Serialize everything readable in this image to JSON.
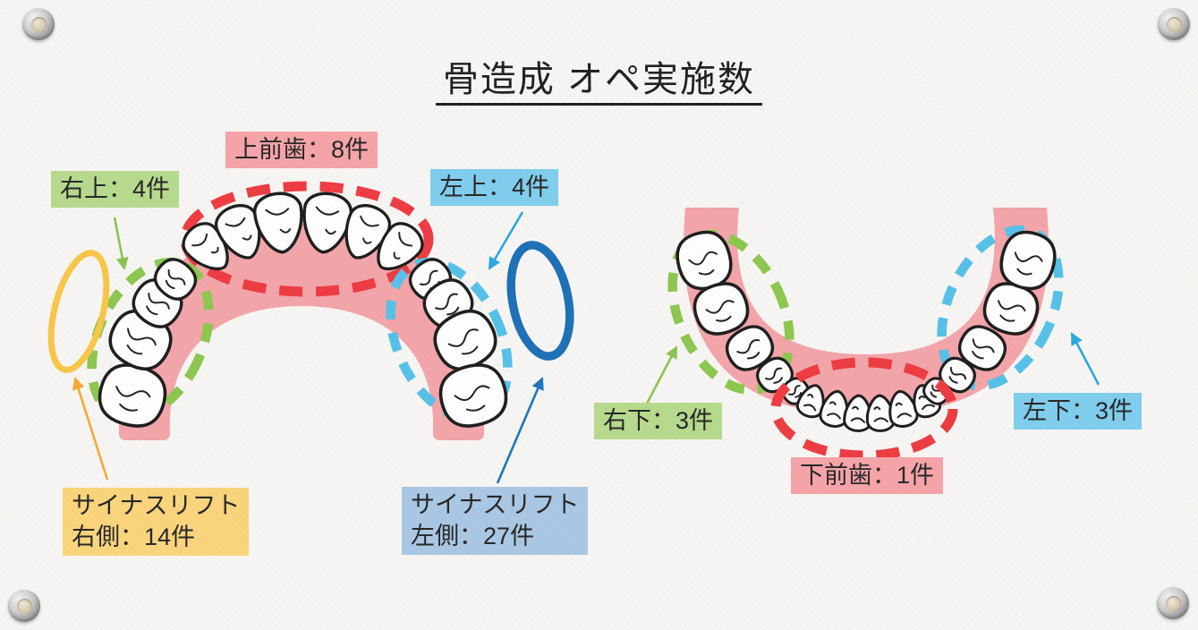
{
  "slide_title": "骨造成 オペ実施数",
  "upper_jaw": {
    "front_label": "上前歯：8件",
    "right_label": "右上：4件",
    "left_label": "左上：4件",
    "sinus_right_label_line1": "サイナスリフト",
    "sinus_right_label_line2": "右側：14件",
    "sinus_left_label_line1": "サイナスリフト",
    "sinus_left_label_line2": "左側：27件"
  },
  "lower_jaw": {
    "right_label": "右下：3件",
    "front_label": "下前歯：1件",
    "left_label": "左下：3件"
  },
  "stats": [
    {
      "region": "上前歯",
      "count": 8
    },
    {
      "region": "右上",
      "count": 4
    },
    {
      "region": "左上",
      "count": 4
    },
    {
      "region": "サイナスリフト右側",
      "count": 14
    },
    {
      "region": "サイナスリフト左側",
      "count": 27
    },
    {
      "region": "右下",
      "count": 3
    },
    {
      "region": "左下",
      "count": 3
    },
    {
      "region": "下前歯",
      "count": 1
    }
  ],
  "colors": {
    "label_pink_bg": "#f6a4a9",
    "label_green_bg": "#b7da8d",
    "label_skyblue_bg": "#7fceee",
    "label_yellow_bg": "#fad57c",
    "label_steelblue_bg": "#aac8e5",
    "ellipse_red": "#ee3b42",
    "ellipse_green": "#8dc74f",
    "ellipse_skyblue": "#55c1e9",
    "ellipse_yellow": "#f8c747",
    "ellipse_darkblue": "#1c70b7",
    "arrow_green": "#8cc352",
    "arrow_orange": "#f3ab34",
    "arrow_skyblue": "#2aa8e0",
    "arrow_blue": "#1c75be",
    "gum_pink": "#f29da3"
  }
}
